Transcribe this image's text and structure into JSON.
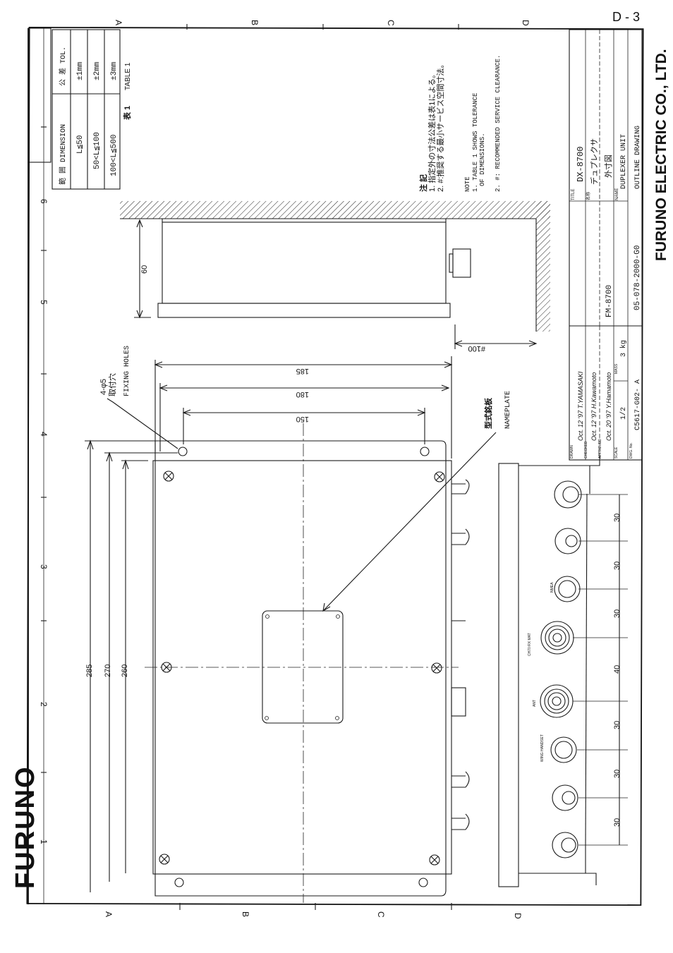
{
  "page": {
    "page_number": "D - 3",
    "brand_logo": "FURUNO",
    "company": "FURUNO ELECTRIC CO., LTD."
  },
  "grid": {
    "letters": [
      "A",
      "B",
      "C",
      "D"
    ],
    "numbers": [
      "1",
      "2",
      "3",
      "4",
      "5",
      "6"
    ]
  },
  "tolerance_table": {
    "header_range": "範 囲 DIMENSION",
    "header_tol": "公 差 TOL.",
    "rows": [
      {
        "range": "L≦50",
        "tol": "±1mm"
      },
      {
        "range": "50<L≦100",
        "tol": "±2mm"
      },
      {
        "range": "100<L≦500",
        "tol": "±3mm"
      }
    ],
    "caption_jp": "表 1",
    "caption_en": "TABLE 1"
  },
  "notes": {
    "jp_title": "注 記",
    "jp_1": "1. 指定外の寸法公差は表1による。",
    "jp_2": "2. #:推奨する最小サービス空間寸法。",
    "en_title": "NOTE",
    "en_1a": "1. TABLE 1 SHOWS TOLERANCE",
    "en_1b": "OF DIMENSIONS.",
    "en_2": "2. #: RECOMMENDED SERVICE CLEARANCE."
  },
  "dimensions": {
    "height_side": "60",
    "clearance": "#100",
    "width_185": "185",
    "width_180": "180",
    "width_150": "150",
    "len_285": "285",
    "len_270": "270",
    "len_260": "260",
    "pitch": [
      "30",
      "30",
      "30",
      "40",
      "30",
      "30",
      "30"
    ]
  },
  "callouts": {
    "fixing_qty": "4-φ5",
    "fixing_jp": "取付穴",
    "fixing_en": "FIXING HOLES",
    "nameplate_jp": "型式銘板",
    "nameplate_en": "NAMEPLATE"
  },
  "connectors": {
    "labels": [
      "NMEA",
      "CH70 RX  MAT",
      "ANT",
      "WING HANDSET"
    ]
  },
  "title_block": {
    "drawn_label": "DRAWN",
    "drawn_value": "Oct. 12 '97 T.YAMASAKI",
    "checked_label": "CHECKED",
    "checked_value": "Oct. 12 '97 H.Kawamoto",
    "approved_label": "APPROVED",
    "approved_value": "Oct. 20 '97 Y.Hamamoto",
    "scale_label": "SCALE",
    "scale_value": "1/2",
    "mass_label": "MASS",
    "mass_value": "3 kg",
    "dwg_no_label": "DWG. No.",
    "dwg_no_value": "C5617-G02- A",
    "title_label": "TITLE",
    "title_value": "DX-8700",
    "name_jp_label": "名称",
    "name_jp_1": "デュプレクサ",
    "name_jp_2": "外寸図",
    "name_label": "NAME",
    "name_en_1": "DUPLEXER UNIT",
    "name_en_2": "OUTLINE DRAWING",
    "model": "FM-8700",
    "part_no": "05-078-2000-G0"
  }
}
